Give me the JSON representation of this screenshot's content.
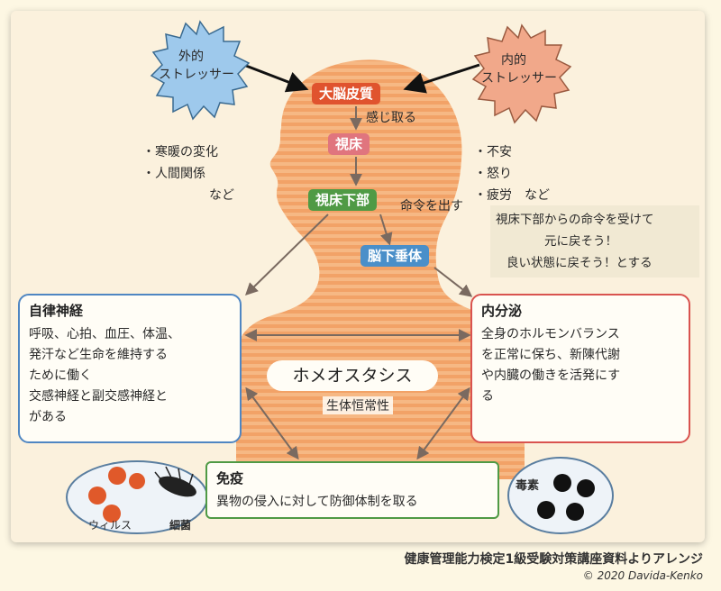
{
  "stressors": {
    "external": {
      "line1": "外的",
      "line2": "ストレッサー"
    },
    "internal": {
      "line1": "内的",
      "line2": "ストレッサー"
    },
    "external_examples": [
      "・寒暖の変化",
      "・人間関係",
      "など"
    ],
    "internal_examples": [
      "・不安",
      "・怒り",
      "・疲労　など"
    ]
  },
  "flow": {
    "cortex": "大脳皮質",
    "feel": "感じ取る",
    "thalamus": "視床",
    "hypothalamus": "視床下部",
    "command": "命令を出す",
    "pituitary": "脳下垂体"
  },
  "note": [
    "視床下部からの命令を受けて",
    "元に戻そう！",
    "良い状態に戻そう！とする"
  ],
  "autonomic": {
    "title": "自律神経",
    "body": [
      "呼吸、心拍、血圧、体温、",
      "発汗など生命を維持する",
      "ために働く",
      "交感神経と副交感神経と",
      "がある"
    ]
  },
  "endocrine": {
    "title": "内分泌",
    "body": [
      "全身のホルモンバランス",
      "を正常に保ち、新陳代謝",
      "や内臓の働きを活発にす",
      "る"
    ]
  },
  "homeostasis": {
    "title": "ホメオスタシス",
    "subtitle": "生体恒常性"
  },
  "immunity": {
    "title": "免疫",
    "body": "異物の侵入に対して防御体制を取る"
  },
  "pathogens": {
    "virus": "ウィルス",
    "bacteria": "細菌"
  },
  "toxin": {
    "label": "毒素"
  },
  "footer": {
    "source": "健康管理能力検定1級受験対策講座資料よりアレンジ",
    "copyright": "© 2020 Davida-Kenko"
  },
  "colors": {
    "cortex": "#e0532e",
    "thalamus": "#e0757e",
    "hypothalamus": "#4f9a45",
    "pituitary": "#4a8fc9",
    "autonomic_border": "#4f86c2",
    "endocrine_border": "#d9534f",
    "immunity_border": "#4f9a45",
    "body_fill": "#f3a86b"
  }
}
